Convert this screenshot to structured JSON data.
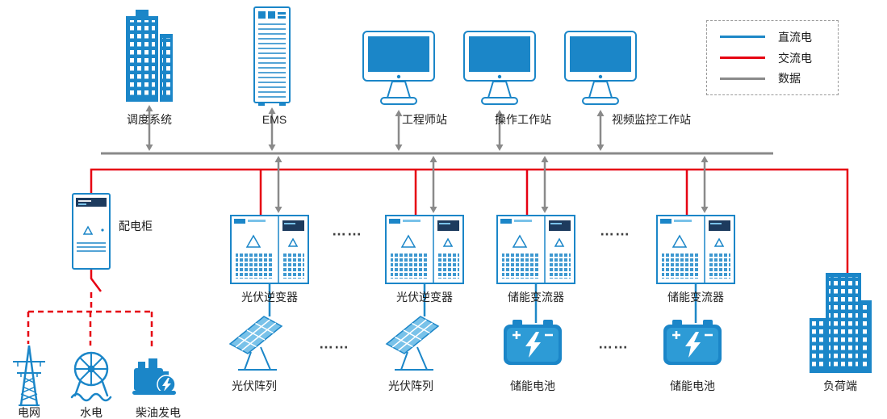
{
  "legend": {
    "items": [
      {
        "label": "直流电",
        "color": "#1E88C7"
      },
      {
        "label": "交流电",
        "color": "#E60012"
      },
      {
        "label": "数据",
        "color": "#8A8A8A"
      }
    ]
  },
  "nodes": {
    "dispatch": {
      "label": "调度系统"
    },
    "ems": {
      "label": "EMS"
    },
    "engineer_station": {
      "label": "工程师站"
    },
    "operator_station": {
      "label": "操作工作站"
    },
    "video_station": {
      "label": "视频监控工作站"
    },
    "distribution_cabinet": {
      "label": "配电柜"
    },
    "pv_inverter_1": {
      "label": "光伏逆变器"
    },
    "pv_inverter_2": {
      "label": "光伏逆变器"
    },
    "storage_converter_1": {
      "label": "储能变流器"
    },
    "storage_converter_2": {
      "label": "储能变流器"
    },
    "pv_array_1": {
      "label": "光伏阵列"
    },
    "pv_array_2": {
      "label": "光伏阵列"
    },
    "battery_1": {
      "label": "储能电池"
    },
    "battery_2": {
      "label": "储能电池"
    },
    "grid": {
      "label": "电网"
    },
    "hydro": {
      "label": "水电"
    },
    "diesel": {
      "label": "柴油发电"
    },
    "load": {
      "label": "负荷端"
    }
  },
  "ellipsis": "……",
  "colors": {
    "dc": "#1E88C7",
    "ac": "#E60012",
    "data": "#8A8A8A",
    "icon": "#1B86C8",
    "icon_light": "#79C2E9",
    "icon_mid": "#2D9BD6",
    "icon_dark": "#1D3B5E"
  }
}
